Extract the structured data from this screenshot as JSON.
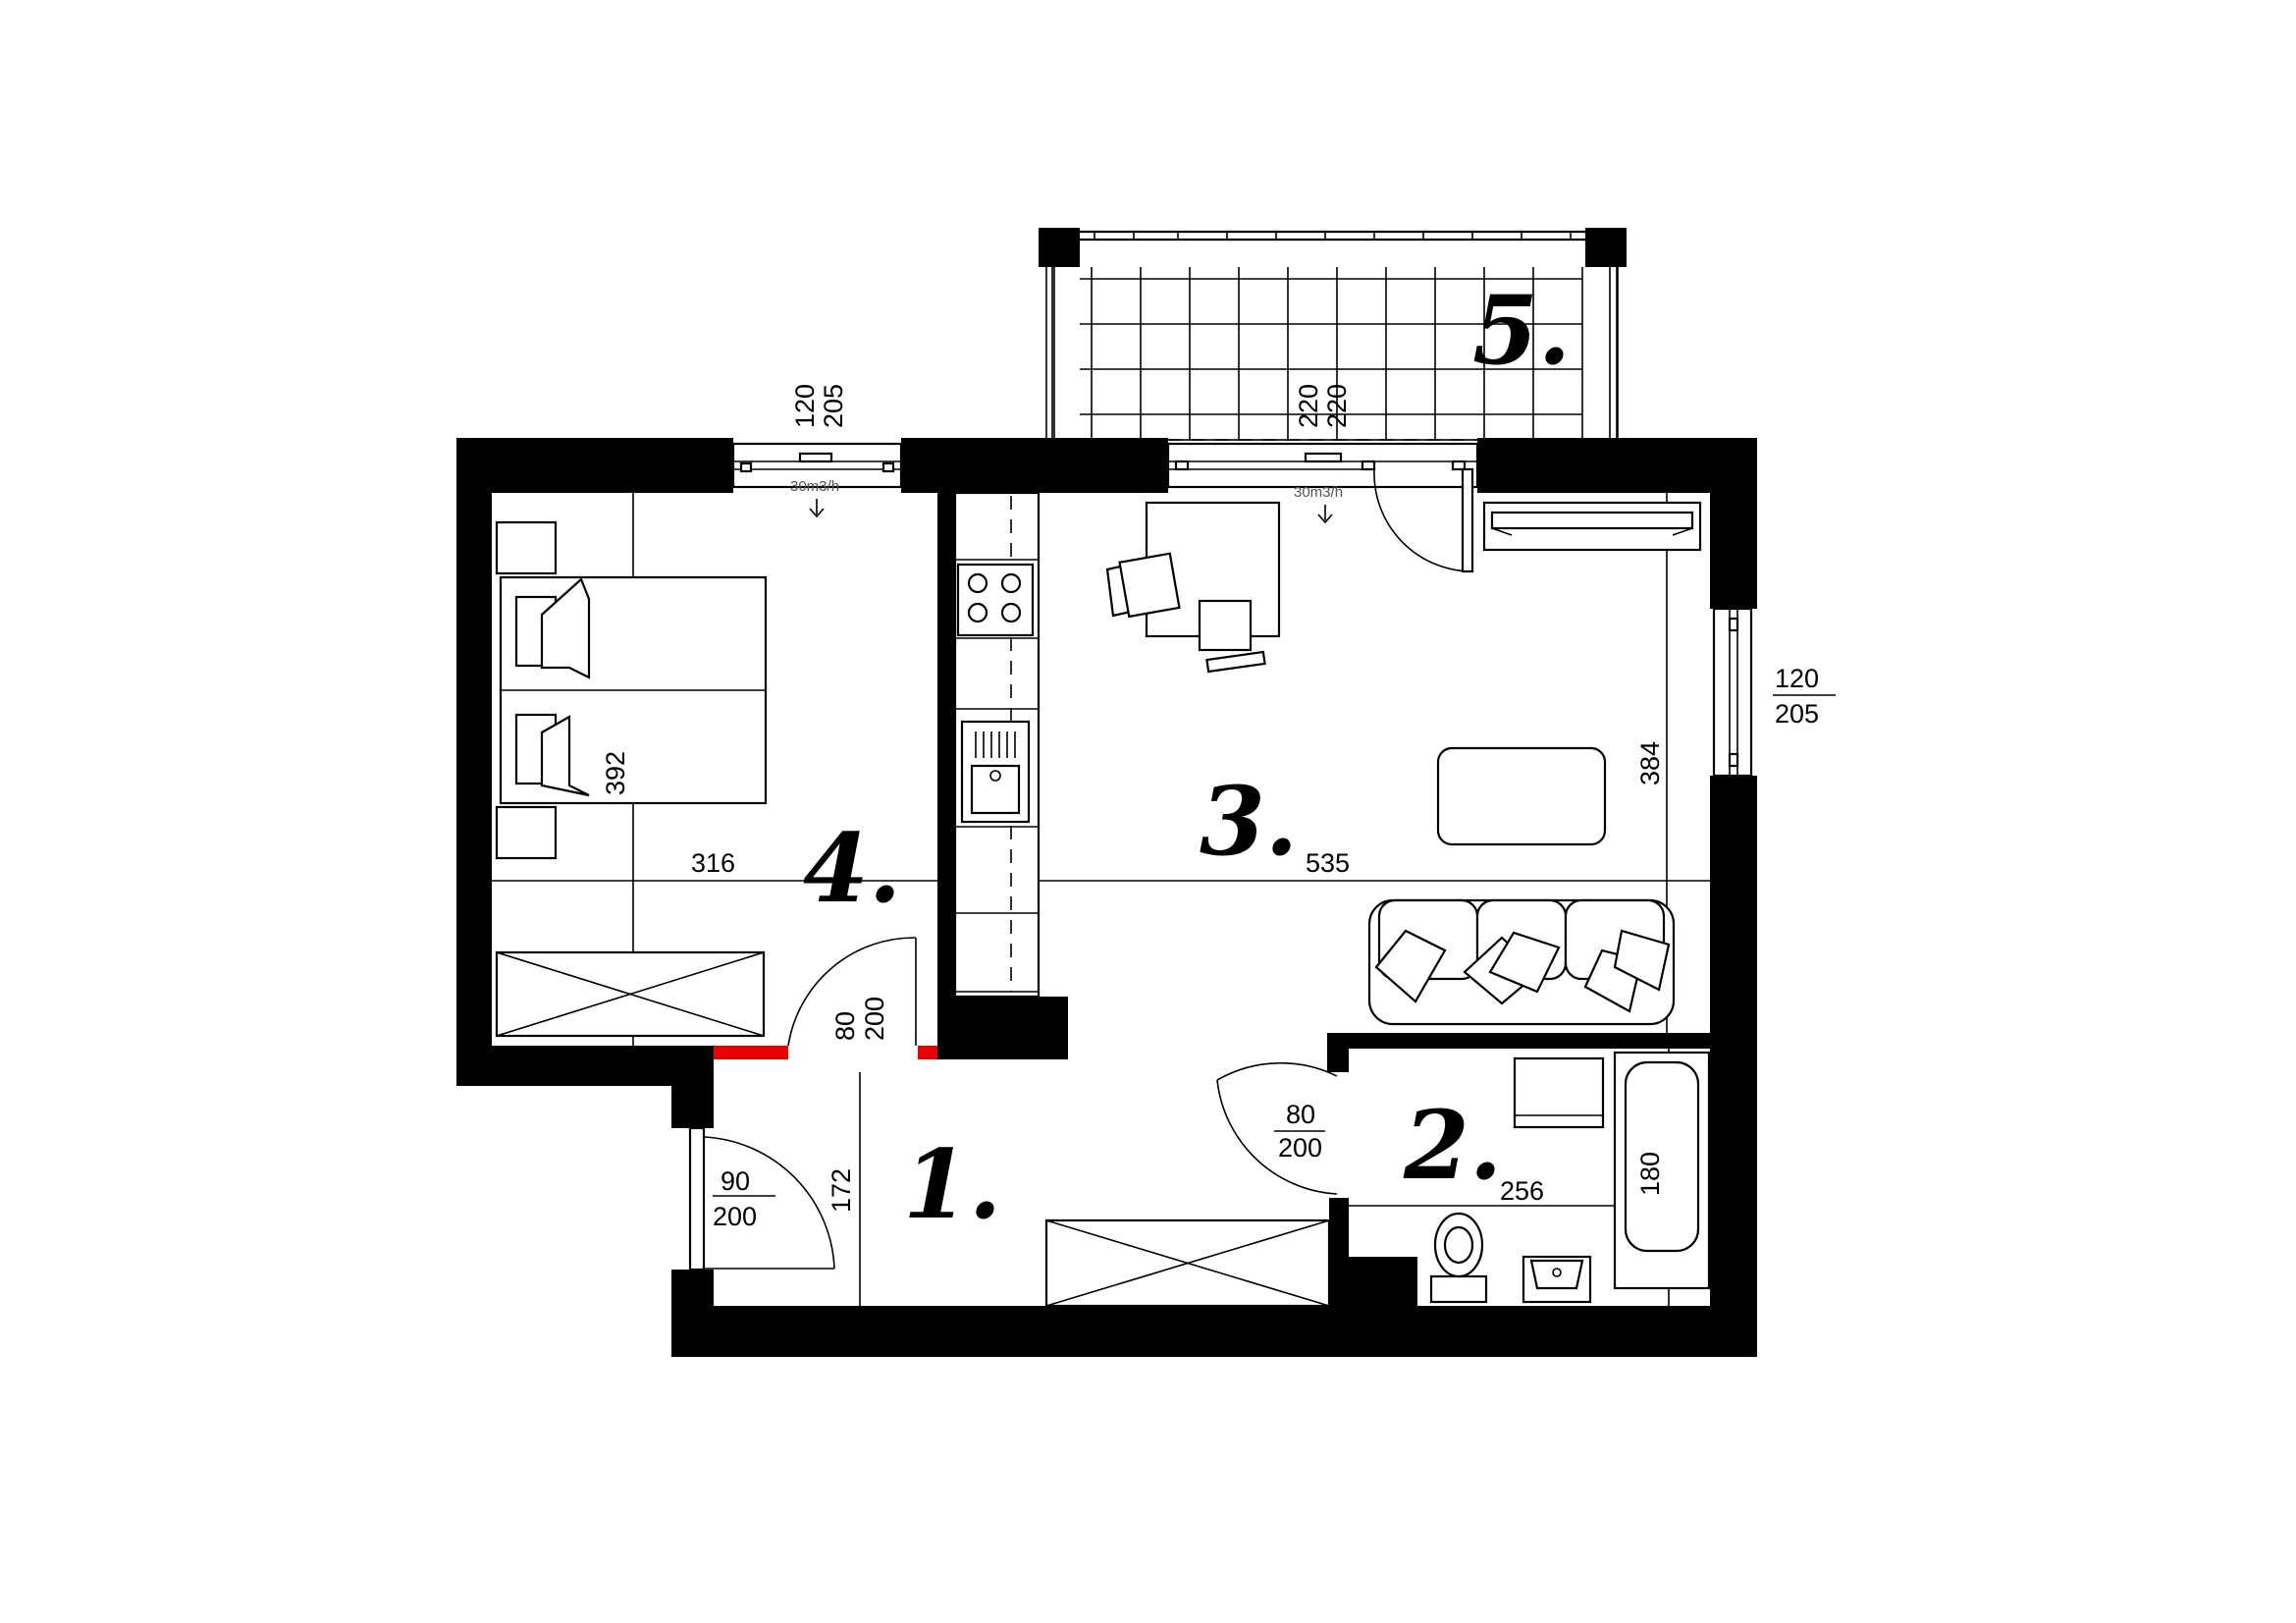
{
  "rooms": {
    "r1": "1.",
    "r2": "2.",
    "r3": "3.",
    "r4": "4.",
    "r5": "5."
  },
  "dimensions": {
    "room4_width": "316",
    "room4_length": "392",
    "room3_width": "535",
    "room3_length": "384",
    "room2_width": "256",
    "room2_length": "180",
    "hall_length": "172"
  },
  "openings": {
    "window_room4": {
      "w": "120",
      "h": "205"
    },
    "window_east": {
      "w": "120",
      "h": "205"
    },
    "balcony_door": {
      "w": "220",
      "h": "220"
    },
    "door_room4": {
      "w": "80",
      "h": "200"
    },
    "door_bathroom": {
      "w": "80",
      "h": "200"
    },
    "door_entrance": {
      "w": "90",
      "h": "200"
    }
  },
  "vent_label": "30m3/h",
  "colors": {
    "wall": "#000000",
    "opening_highlight": "#e60000",
    "background": "#ffffff"
  }
}
